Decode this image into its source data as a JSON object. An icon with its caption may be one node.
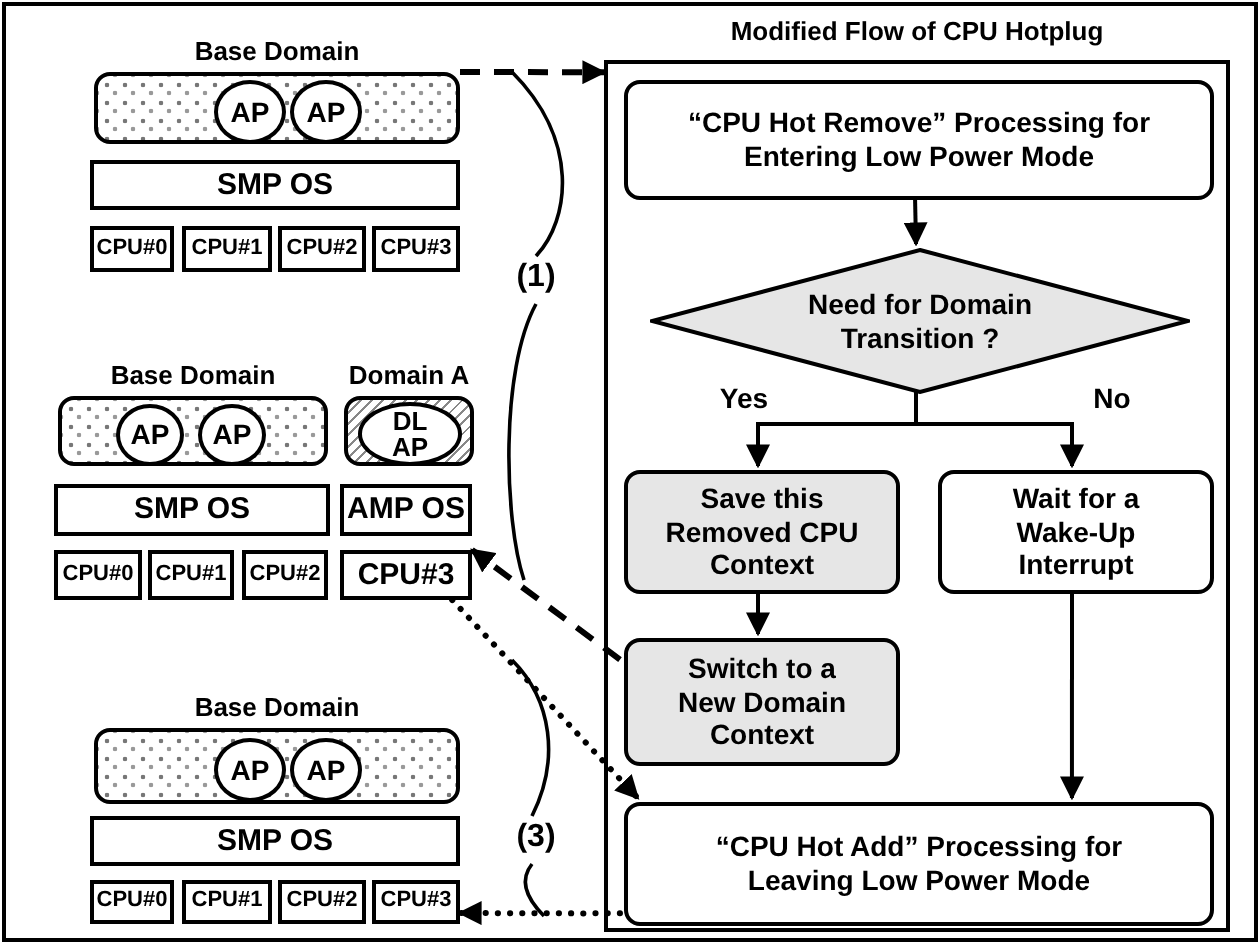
{
  "diagram": {
    "nodes": [
      {
        "text": [
          "Base Domain"
        ]
      },
      {
        "text": [
          "AP"
        ],
        "in": 0
      },
      {
        "text": [
          "AP"
        ],
        "in": 0
      },
      {
        "text": [
          "SMP OS"
        ]
      },
      {
        "text": [
          "CPU#0"
        ]
      },
      {
        "text": [
          "CPU#1"
        ]
      },
      {
        "text": [
          "CPU#2"
        ]
      },
      {
        "text": [
          "CPU#3"
        ]
      },
      {
        "text": [
          "Base Domain"
        ]
      },
      {
        "text": [
          "AP"
        ],
        "in": 8
      },
      {
        "text": [
          "AP"
        ],
        "in": 8
      },
      {
        "text": [
          "Domain A"
        ]
      },
      {
        "text": [
          "DL AP"
        ],
        "in": 11
      },
      {
        "text": [
          "SMP OS"
        ]
      },
      {
        "text": [
          "AMP OS"
        ]
      },
      {
        "text": [
          "CPU#0"
        ]
      },
      {
        "text": [
          "CPU#1"
        ]
      },
      {
        "text": [
          "CPU#2"
        ]
      },
      {
        "text": [
          "CPU#3"
        ]
      },
      {
        "text": [
          "Base Domain"
        ]
      },
      {
        "text": [
          "AP"
        ],
        "in": 19
      },
      {
        "text": [
          "AP"
        ],
        "in": 19
      },
      {
        "text": [
          "SMP OS"
        ]
      },
      {
        "text": [
          "CPU#0"
        ]
      },
      {
        "text": [
          "CPU#1"
        ]
      },
      {
        "text": [
          "CPU#2"
        ]
      },
      {
        "text": [
          "CPU#3"
        ]
      },
      {
        "text": [
          "Modified Flow of CPU Hotplug"
        ]
      },
      {
        "text": [
          "“CPU Hot Remove” Processing for Entering Low Power Mode"
        ],
        "in": 27
      },
      {
        "text": [
          "Need for Domain Transition ?"
        ],
        "in": 27
      },
      {
        "text": [
          "Save this Removed CPU Context"
        ],
        "in": 27
      },
      {
        "text": [
          "Wait for a Wake-Up Interrupt"
        ],
        "in": 27
      },
      {
        "text": [
          "Switch to a New Domain Context"
        ],
        "in": 27
      },
      {
        "text": [
          "“CPU Hot Add” Processing for Leaving Low Power Mode"
        ],
        "in": 27
      }
    ],
    "edges": [
      {
        "from": 0,
        "to": 27,
        "arrow": "to",
        "style": "dashed"
      },
      {
        "from": 28,
        "to": 29,
        "arrow": "to"
      },
      {
        "from": 29,
        "to": 30,
        "arrow": "to",
        "label": "Yes"
      },
      {
        "from": 29,
        "to": 31,
        "arrow": "to",
        "label": "No"
      },
      {
        "from": 30,
        "to": 32,
        "arrow": "to"
      },
      {
        "from": 31,
        "to": 33,
        "arrow": "to"
      },
      {
        "from": 32,
        "to": 18,
        "arrow": "to",
        "style": "dashed"
      },
      {
        "from": 18,
        "to": 33,
        "arrow": "to",
        "style": "dashed"
      },
      {
        "from": 33,
        "to": 26,
        "arrow": "to",
        "style": "dashed"
      }
    ],
    "labels": [
      "(1)",
      "(3)"
    ]
  }
}
